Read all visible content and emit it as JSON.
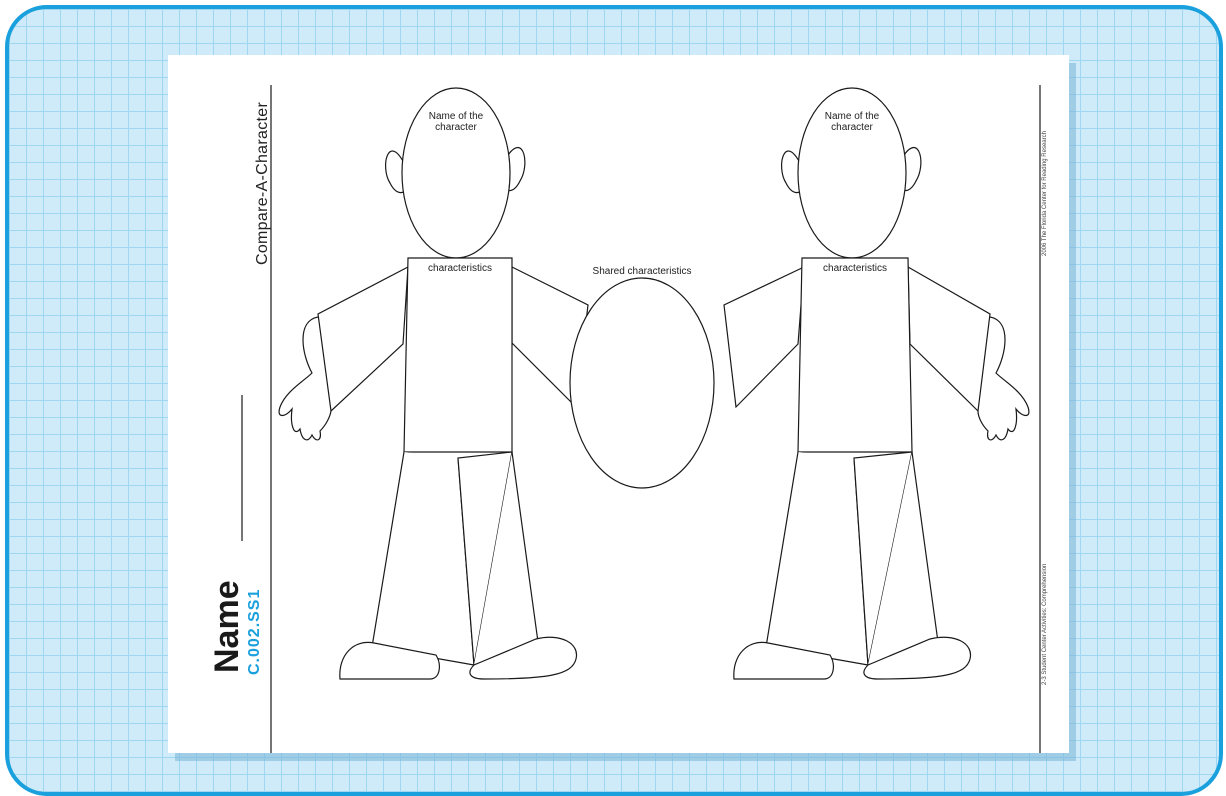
{
  "worksheet": {
    "title": "Compare-A-Character",
    "name_label": "Name",
    "code": "C.002.SS1",
    "footer_left": "2-3 Student Center Activities: Comprehension",
    "footer_right": "2006 The Florida Center for Reading Research",
    "left_figure": {
      "head_label": "Name of the character",
      "body_label": "characteristics"
    },
    "right_figure": {
      "head_label": "Name of the character",
      "body_label": "characteristics"
    },
    "shared_label": "Shared characteristics"
  },
  "colors": {
    "frame_border": "#1aa0dc",
    "grid_background": "#cfeaf8",
    "grid_line": "#9fd6f1",
    "code_text": "#1aa0dc"
  }
}
